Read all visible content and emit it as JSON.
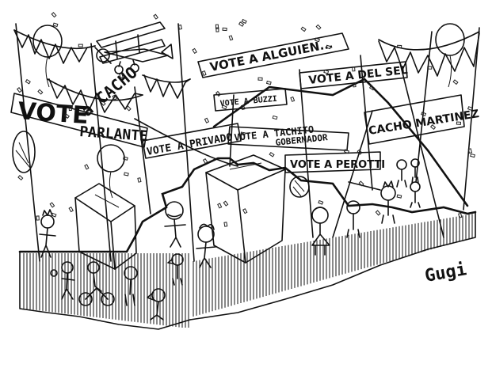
{
  "banners": {
    "alguien": "VOTE A ALGUIEN...",
    "del_sel": "VOTE A DEL SEL",
    "buzzi": "VOTE A BUZZI",
    "vote_left": "VOTE",
    "cacho": "a CACHO",
    "parlante": "PARLANTE",
    "vote_privado": "VOTE A PRIVADO",
    "vote_tachito": "VOTE A TACHITO",
    "gobernador": "GOBERNADOR",
    "cacho_martinez": "CACHO MARTINEZ",
    "perotti": "VOTE A PEROTTI"
  },
  "signature": "Gugi",
  "icons": [
    "biplane-icon",
    "balloon-icon",
    "ballot-box-icon",
    "pennant-flag-icon"
  ],
  "colors": {
    "ink": "#111111",
    "paper": "#ffffff"
  }
}
